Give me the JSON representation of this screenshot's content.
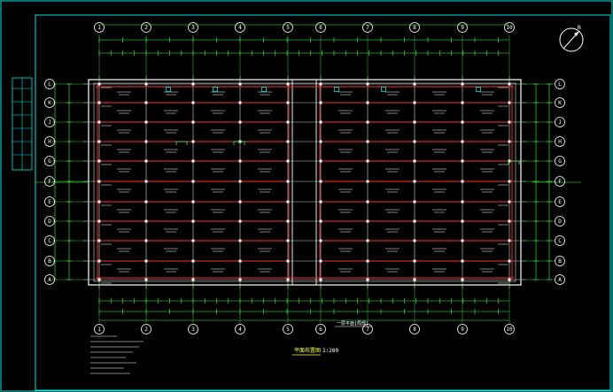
{
  "drawing": {
    "column_labels": [
      "1",
      "2",
      "3",
      "4",
      "5",
      "6",
      "7",
      "8",
      "9",
      "10"
    ],
    "row_labels": [
      "L",
      "K",
      "J",
      "H",
      "G",
      "F",
      "E",
      "D",
      "C",
      "B",
      "A"
    ],
    "plan_title": "平面布置图",
    "plan_scale": "1:200",
    "section_note": "一层平面[局部]",
    "north_symbol": "N",
    "colors": {
      "background": "#000000",
      "frame": "#00e5e5",
      "grid_lines": "#ffffff",
      "beams": "#ff3030",
      "dimensions": "#40ff40",
      "annotations": "#ffffff",
      "highlight": "#ffff40"
    }
  }
}
